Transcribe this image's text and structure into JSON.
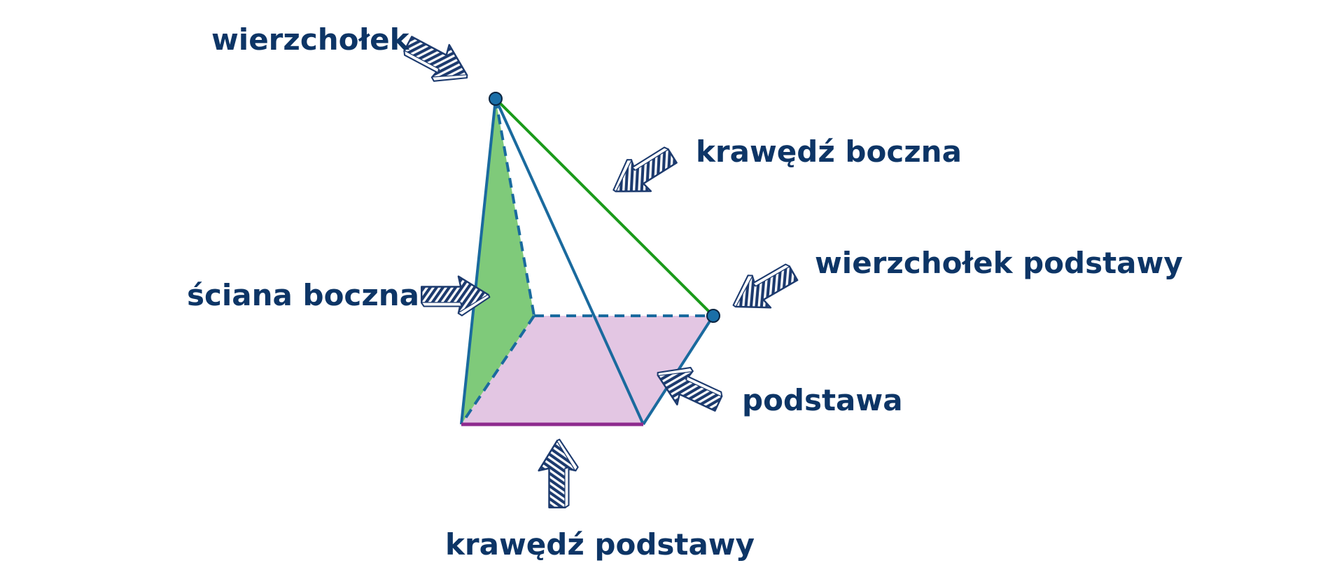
{
  "labels": {
    "apex": "wierzchołek",
    "lateral_edge": "krawędź boczna",
    "base_vertex": "wierzchołek podstawy",
    "lateral_face": "ściana boczna",
    "base": "podstawa",
    "base_edge": "krawędź podstawy"
  },
  "colors": {
    "label_text": "#0d3566",
    "edge_blue": "#1a6a9e",
    "lateral_edge_green": "#1a9a1a",
    "base_edge_purple": "#8e2a8e",
    "lateral_face_fill": "#7fca7a",
    "base_fill": "#e3c6e3",
    "vertex_dot": "#1a6fa8",
    "arrow_ink": "#1c3a6e"
  },
  "icons": [
    "hatched-arrow-icon",
    "vertex-dot-icon"
  ]
}
